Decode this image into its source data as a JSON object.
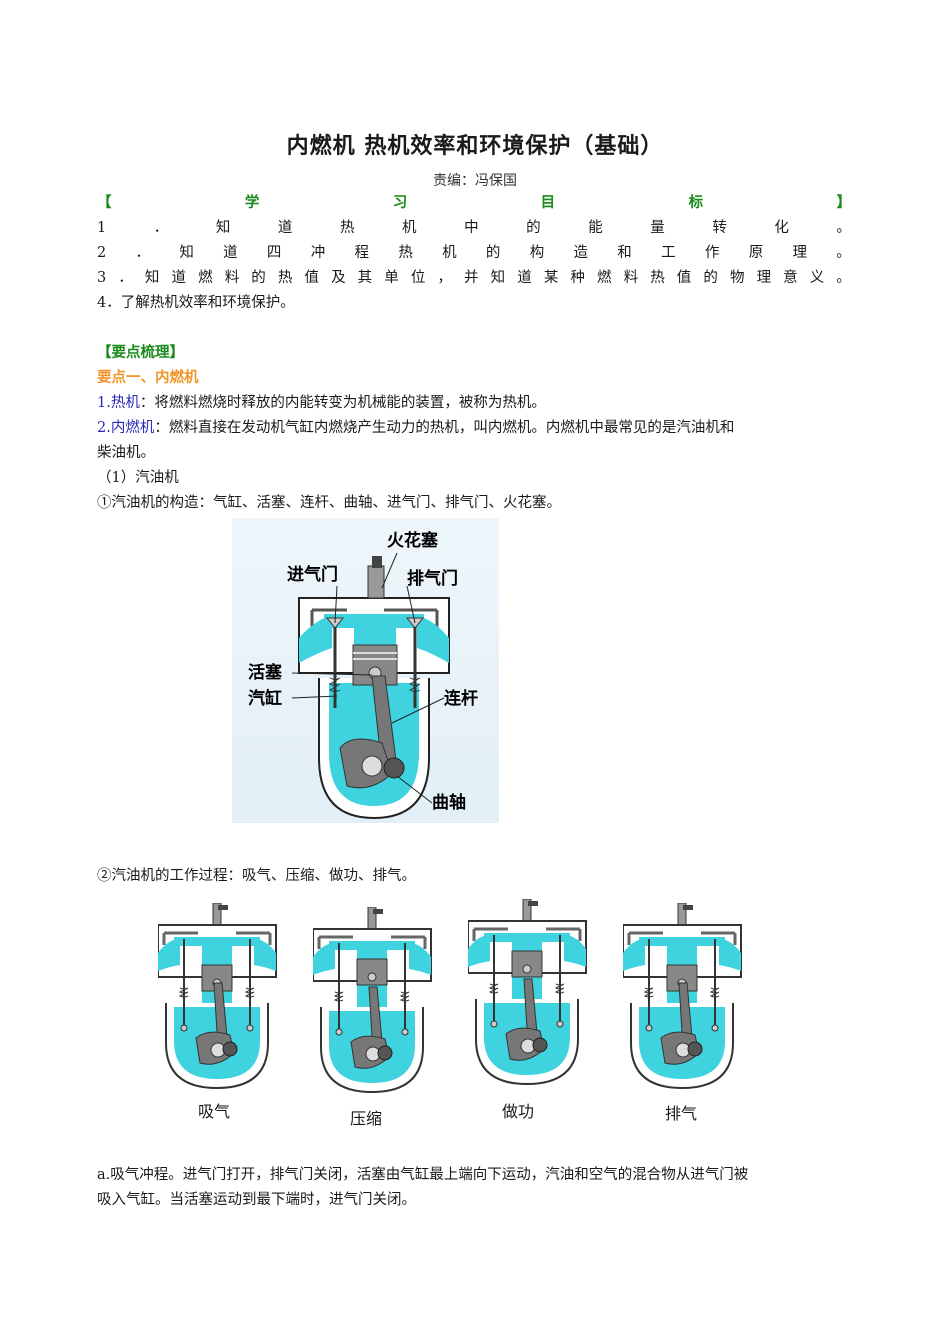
{
  "document": {
    "title": "内燃机  热机效率和环境保护（基础）",
    "editor": "责编：冯保国"
  },
  "learning_goals": {
    "heading_chars": [
      "【",
      "学",
      "习",
      "目",
      "标",
      "】"
    ],
    "items": [
      {
        "chars": [
          "1",
          "．",
          "知",
          "道",
          "热",
          "机",
          "中",
          "的",
          "能",
          "量",
          "转",
          "化",
          "。"
        ]
      },
      {
        "chars": [
          "2",
          "．",
          "知",
          "道",
          "四",
          "冲",
          "程",
          "热",
          "机",
          "的",
          "构",
          "造",
          "和",
          "工",
          "作",
          "原",
          "理",
          "。"
        ]
      },
      {
        "chars": [
          "3",
          "．",
          "知",
          "道",
          "燃",
          "料",
          "的",
          "热",
          "值",
          "及",
          "其",
          "单",
          "位",
          "，",
          "并",
          "知",
          "道",
          "某",
          "种",
          "燃",
          "料",
          "热",
          "值",
          "的",
          "物",
          "理",
          "意",
          "义",
          "。"
        ]
      },
      {
        "text": "4．了解热机效率和环境保护。"
      }
    ]
  },
  "key_points": {
    "heading": "【要点梳理】",
    "section1_title": "要点一、内燃机",
    "p1_label": "1.热机",
    "p1_text": "：将燃料燃烧时释放的内能转变为机械能的装置，被称为热机。",
    "p2_label": "2.内燃机",
    "p2_text_line1": "：燃料直接在发动机气缸内燃烧产生动力的热机，叫内燃机。内燃机中最常见的是汽油机和",
    "p2_text_line2": "柴油机。",
    "sub1": "（1）汽油机",
    "structure": "①汽油机的构造：气缸、活塞、连杆、曲轴、进气门、排气门、火花塞。",
    "working_process": "②汽油机的工作过程：吸气、压缩、做功、排气。",
    "intake_line1": "a.吸气冲程。进气门打开，排气门关闭，活塞由气缸最上端向下运动，汽油和空气的混合物从进气门被",
    "intake_line2": "吸入气缸。当活塞运动到最下端时，进气门关闭。"
  },
  "diagram_main": {
    "labels": {
      "spark_plug": "火花塞",
      "intake_valve": "进气门",
      "exhaust_valve": "排气门",
      "piston": "活塞",
      "cylinder": "汽缸",
      "connecting_rod": "连杆",
      "crankshaft": "曲轴"
    }
  },
  "diagram_strokes": {
    "labels": [
      "吸气",
      "压缩",
      "做功",
      "排气"
    ]
  },
  "colors": {
    "fluid": "#3fd3df",
    "heading_green": "#1a8a1a",
    "heading_orange": "#f0962a",
    "label_blue": "#2a2ab8"
  }
}
